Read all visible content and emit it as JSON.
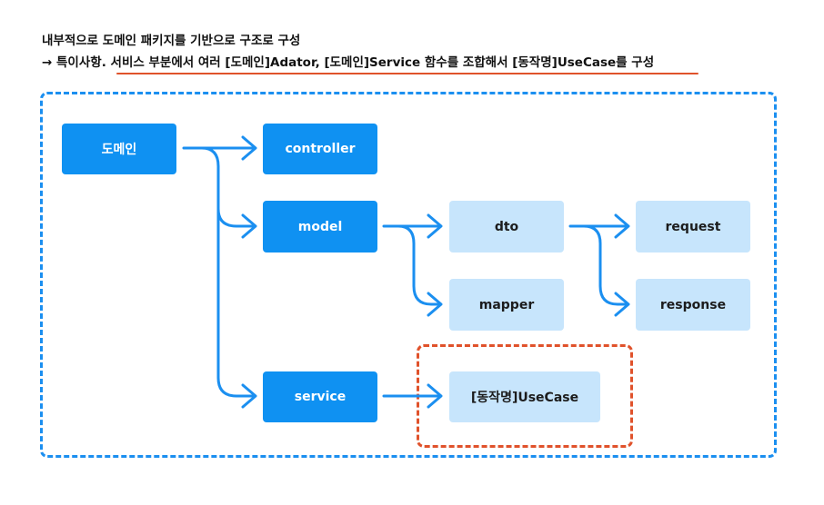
{
  "heading": {
    "line1": "내부적으로 도메인 패키지를 기반으로  구조로 구성",
    "line2": "→ 특이사항. 서비스 부분에서 여러 [도메인]Adator, [도메인]Service 함수를 조합해서 [동작명]UseCase를 구성"
  },
  "nodes": {
    "domain": "도메인",
    "controller": "controller",
    "model": "model",
    "service": "service",
    "dto": "dto",
    "mapper": "mapper",
    "request": "request",
    "response": "response",
    "usecase": "[동작명]UseCase"
  },
  "colors": {
    "primary_node": "#0f91f2",
    "light_node": "#c7e5fc",
    "arrow": "#1b8ff0",
    "frame_border": "#1b8ff0",
    "highlight": "#e0522b"
  }
}
